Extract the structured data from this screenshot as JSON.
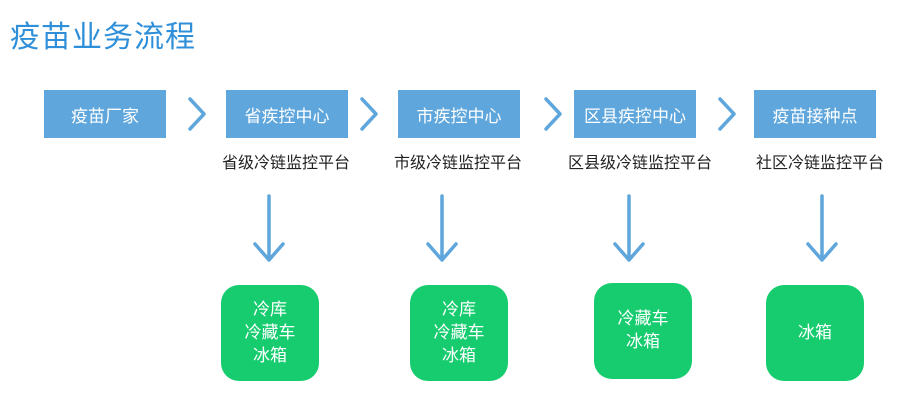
{
  "title": "疫苗业务流程",
  "stages": [
    {
      "label": "疫苗厂家"
    },
    {
      "label": "省疾控中心"
    },
    {
      "label": "市疾控中心"
    },
    {
      "label": "区县疾控中心"
    },
    {
      "label": "疫苗接种点"
    }
  ],
  "platforms": [
    {
      "label": "省级冷链监控平台"
    },
    {
      "label": "市级冷链监控平台"
    },
    {
      "label": "区县级冷链监控平台"
    },
    {
      "label": "社区冷链监控平台"
    }
  ],
  "storage": [
    {
      "lines": [
        "冷库",
        "冷藏车",
        "冰箱"
      ]
    },
    {
      "lines": [
        "冷库",
        "冷藏车",
        "冰箱"
      ]
    },
    {
      "lines": [
        "冷藏车",
        "冰箱"
      ]
    },
    {
      "lines": [
        "冰箱"
      ]
    }
  ],
  "colors": {
    "title": "#2f8fd8",
    "stage_box": "#5fa6dc",
    "arrow": "#5fa6dc",
    "storage_box": "#17cc6f"
  }
}
